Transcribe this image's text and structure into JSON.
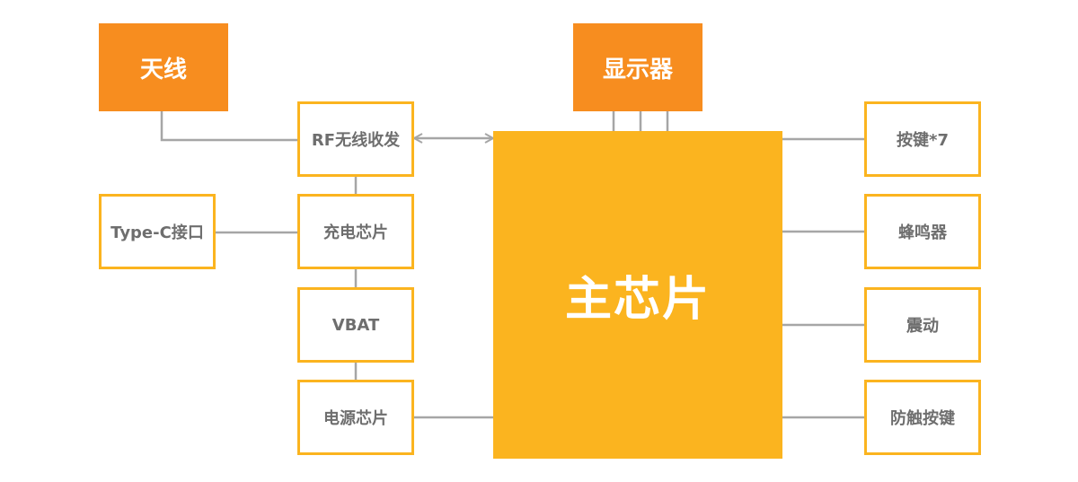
{
  "diagram": {
    "nodes": {
      "antenna": "天线",
      "display": "显示器",
      "rf": "RF无线收发",
      "typec": "Type-C接口",
      "charge": "充电芯片",
      "vbat": "VBAT",
      "power": "电源芯片",
      "main": "主芯片",
      "keys": "按键*7",
      "buzzer": "蜂鸣器",
      "vibration": "震动",
      "touch": "防触按键"
    },
    "colors": {
      "orange": "#f78d1f",
      "yellow": "#fbb41f",
      "line": "#a6a6a6",
      "text": "#6e6e6e"
    }
  }
}
